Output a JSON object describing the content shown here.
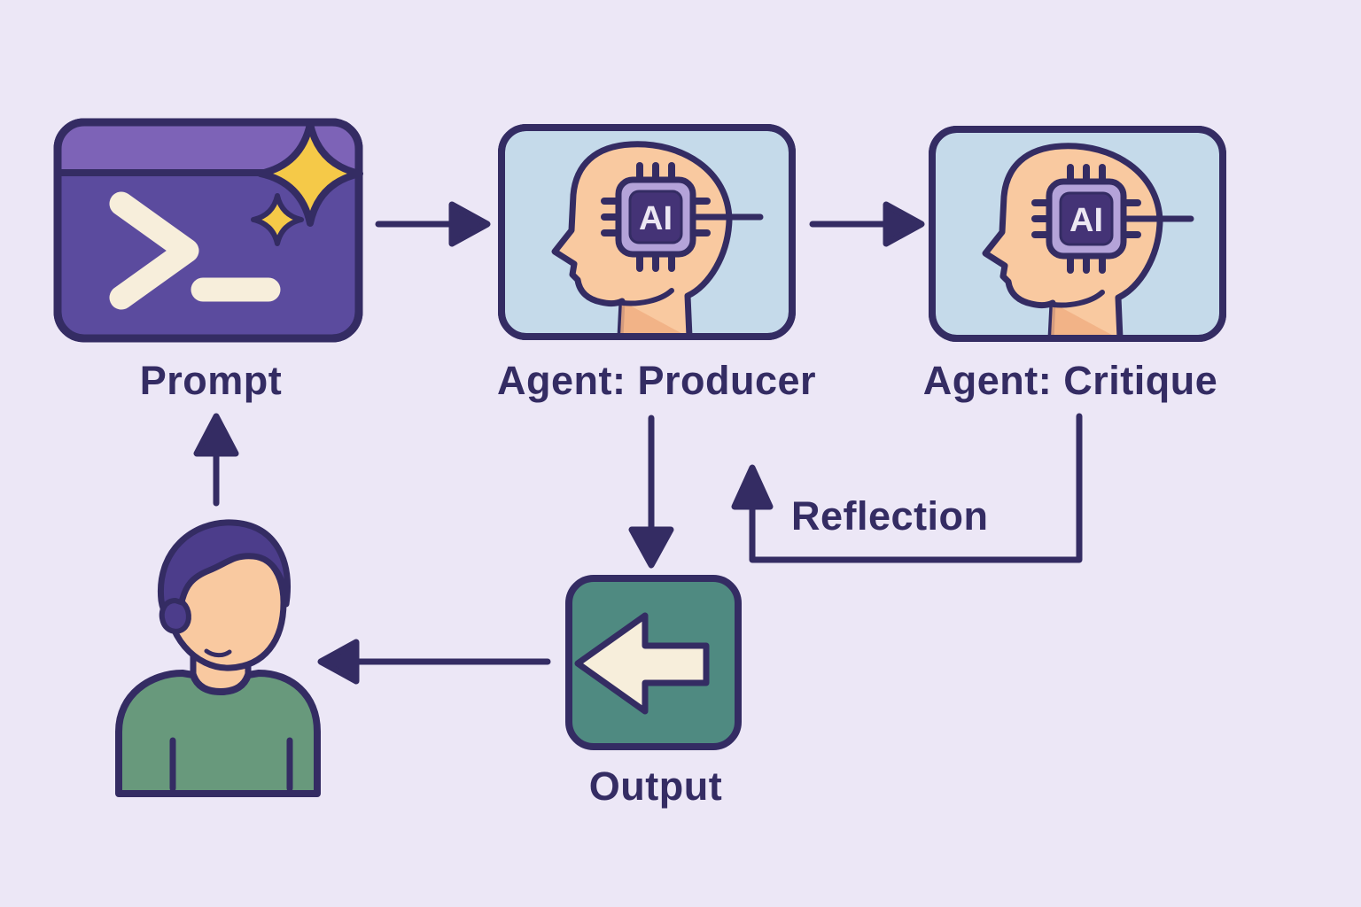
{
  "palette": {
    "background": "#ece7f6",
    "outline": "#342c63",
    "card_purple": "#5b4b9e",
    "card_purple_header": "#7d63b7",
    "cream": "#f7eedb",
    "star_yellow": "#f5c948",
    "agent_card_bg": "#c5daea",
    "skin": "#f9c9a0",
    "skin_shadow": "#f1af83",
    "chip_frame": "#b4a3d9",
    "chip_core": "#443376",
    "chip_text_color": "#ece7f3",
    "output_teal": "#4f8a81",
    "hair_purple": "#4c3d8b",
    "shirt_green": "#68997c"
  },
  "nodes": {
    "prompt": {
      "label": "Prompt"
    },
    "producer": {
      "label": "Agent: Producer",
      "chip_text": "AI"
    },
    "critique": {
      "label": "Agent: Critique",
      "chip_text": "AI"
    },
    "output": {
      "label": "Output"
    }
  },
  "edges": {
    "reflection": {
      "label": "Reflection"
    }
  }
}
